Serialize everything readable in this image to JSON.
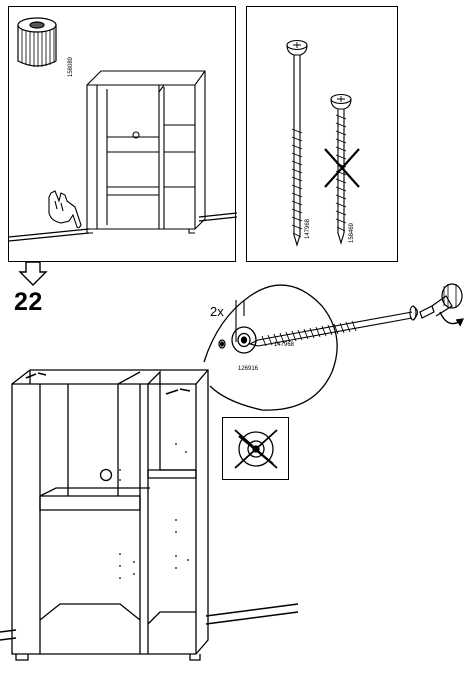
{
  "step": {
    "number": "22"
  },
  "warning_panel": {
    "part_number": "158089"
  },
  "screws_panel": {
    "correct_screw_number": "147968",
    "wrong_screw_number": "158469"
  },
  "detail": {
    "quantity": "2x",
    "washer_number": "126916",
    "screw_number": "147968"
  }
}
